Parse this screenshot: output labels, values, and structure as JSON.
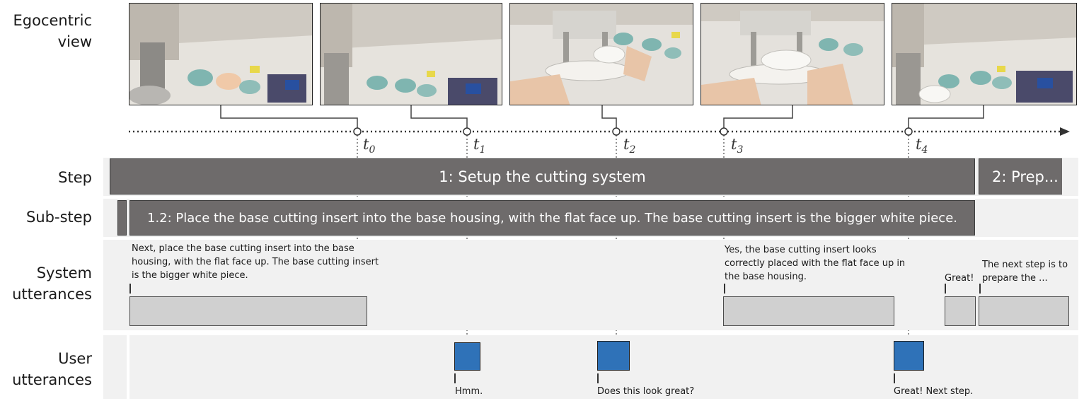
{
  "row_labels": {
    "egocentric": "Egocentric\nview",
    "step": "Step",
    "substep": "Sub-step",
    "system": "System\nutterances",
    "user": "User\nutterances"
  },
  "time_labels": [
    "t",
    "t",
    "t",
    "t",
    "t"
  ],
  "time_subs": [
    "0",
    "1",
    "2",
    "3",
    "4"
  ],
  "steps": [
    {
      "label": "1: Setup the cutting system"
    },
    {
      "label": "2: Prep..."
    }
  ],
  "substep": {
    "label": "1.2: Place the base cutting insert into the base housing, with the flat face up. The base cutting insert is the bigger white piece."
  },
  "system_utterances": [
    {
      "text": "Next, place the base cutting insert into the base housing, with the flat face up. The base cutting insert is the bigger white piece."
    },
    {
      "text": "Yes, the base cutting insert looks correctly placed with the flat face up in the base housing."
    },
    {
      "text": "Great!"
    },
    {
      "text": "The next step is to prepare the ..."
    }
  ],
  "user_utterances": [
    {
      "text": "Hmm."
    },
    {
      "text": "Does this look great?"
    },
    {
      "text": "Great! Next step."
    }
  ],
  "colors": {
    "step_bar": "#6e6b6b",
    "lane_bg": "#f1f1f1",
    "system_box": "#d0d0d0",
    "user_box": "#2f72b8"
  }
}
